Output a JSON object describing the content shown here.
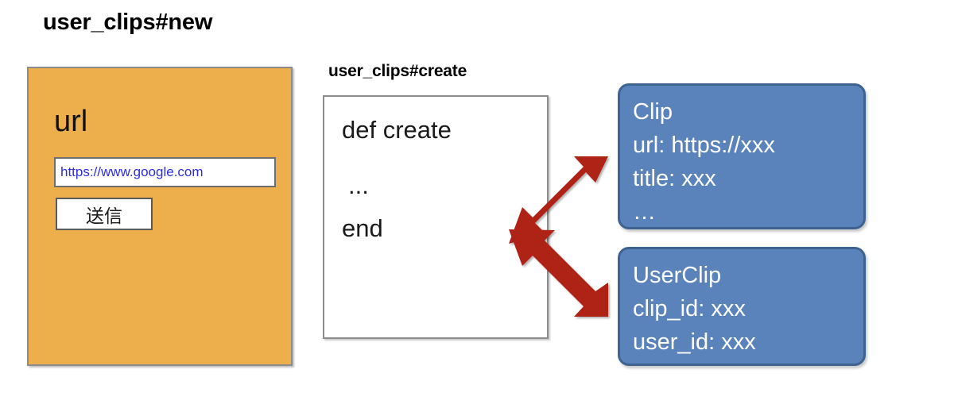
{
  "diagram": {
    "title_new": "user_clips#new",
    "title_create": "user_clips#create",
    "browser_form": {
      "field_label": "url",
      "url_value": "https://www.google.com",
      "url_placeholder": "https://www.google.com",
      "submit_label": "送信",
      "panel_color": "#EDAF4C"
    },
    "controller": {
      "code_lines": [
        "def create",
        "...",
        "end"
      ],
      "panel_color": "#FFFFFF"
    },
    "models": [
      {
        "name": "Clip",
        "attributes": [
          "url: https://xxx",
          "title: xxx",
          "…"
        ],
        "color": "#5A83BB"
      },
      {
        "name": "UserClip",
        "attributes": [
          "clip_id: xxx",
          "user_id: xxx"
        ],
        "color": "#5A83BB"
      }
    ],
    "arrow": {
      "name": "split-arrow",
      "color": "#AF2119",
      "direction": "one-to-many"
    }
  }
}
